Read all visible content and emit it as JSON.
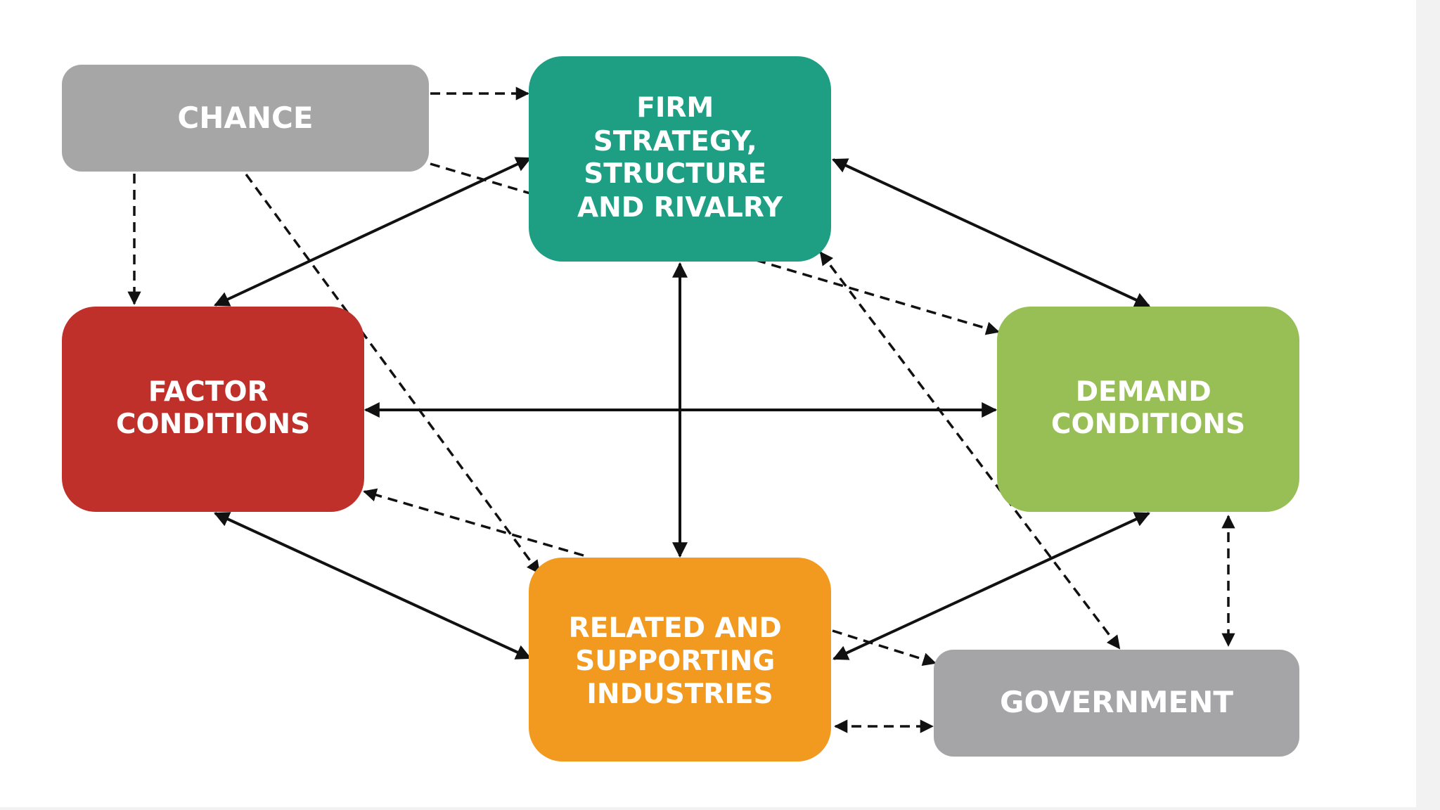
{
  "colors": {
    "chance": "#a6a6a6",
    "firm": "#1e9e83",
    "factor": "#c0302b",
    "demand": "#98bf56",
    "related": "#f29a1f",
    "government": "#a5a5a8",
    "connector": "#111111"
  },
  "nodes": {
    "chance": {
      "lines": [
        "CHANCE"
      ]
    },
    "firm": {
      "lines": [
        "FIRM",
        "STRATEGY,",
        "STRUCTURE",
        "AND RIVALRY"
      ]
    },
    "factor": {
      "lines": [
        "FACTOR",
        "CONDITIONS"
      ]
    },
    "demand": {
      "lines": [
        "DEMAND",
        "CONDITIONS"
      ]
    },
    "related": {
      "lines": [
        "RELATED AND",
        "SUPPORTING",
        "INDUSTRIES"
      ]
    },
    "government": {
      "lines": [
        "GOVERNMENT"
      ]
    }
  },
  "connectors": {
    "solid": [
      "firm-factor",
      "firm-demand",
      "firm-related",
      "factor-demand",
      "factor-related",
      "related-demand"
    ],
    "dashed": [
      "chance-firm",
      "chance-factor",
      "chance-related",
      "chance-demand",
      "firm-government",
      "related-factor",
      "related-government",
      "demand-government",
      "government-related"
    ]
  }
}
